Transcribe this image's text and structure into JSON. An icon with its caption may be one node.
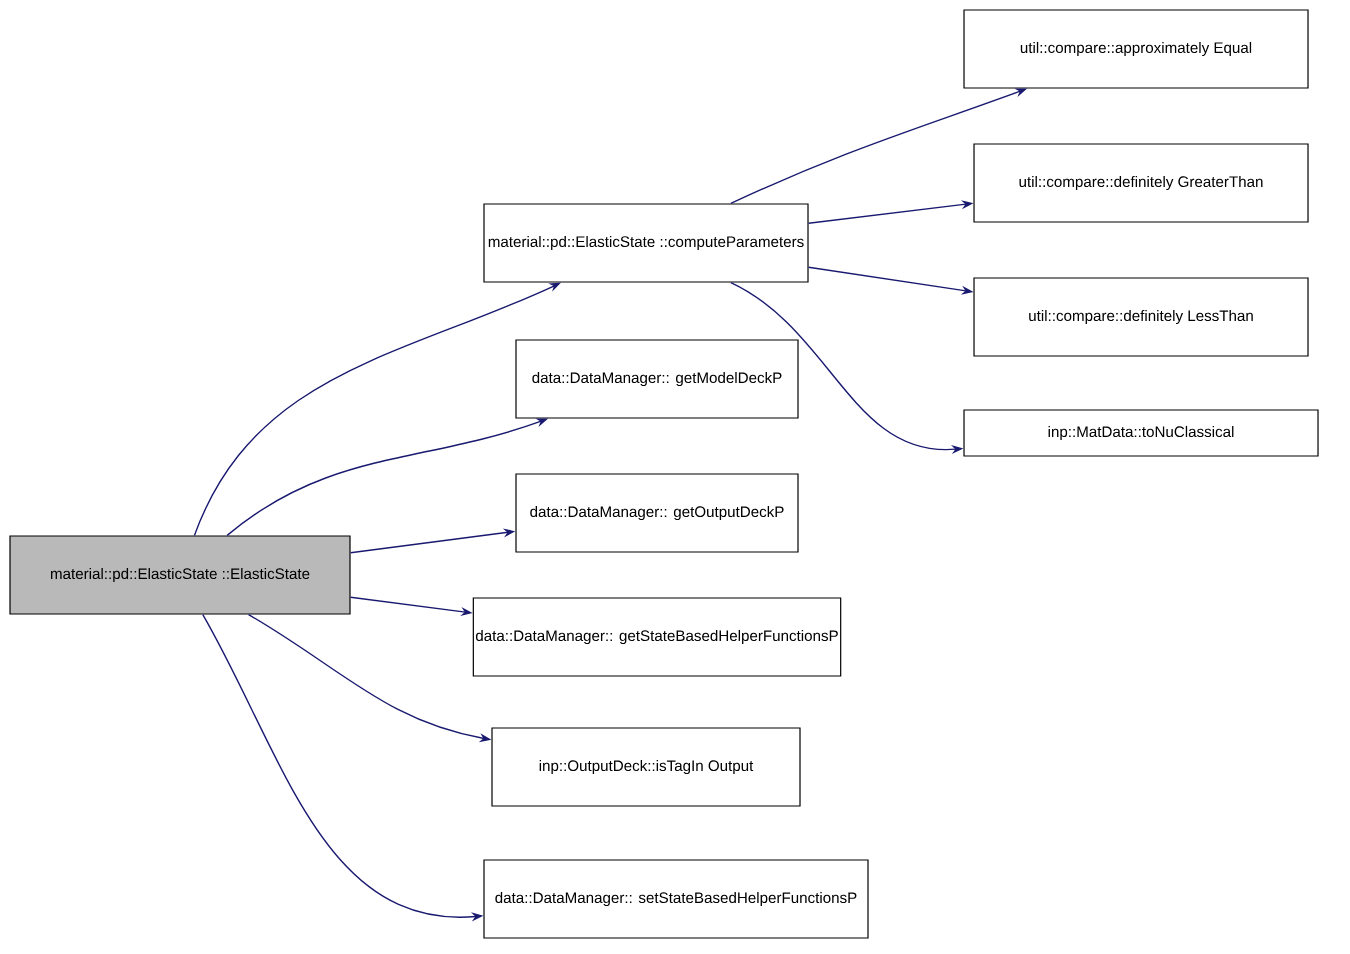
{
  "diagram": {
    "nodes": [
      {
        "text": [
          "material::pd::ElasticState ::ElasticState"
        ]
      },
      {
        "text": [
          "material::pd::ElasticState ::computeParameters"
        ]
      },
      {
        "text": [
          "util::compare::approximately Equal"
        ]
      },
      {
        "text": [
          "util::compare::definitely GreaterThan"
        ]
      },
      {
        "text": [
          "util::compare::definitely LessThan"
        ]
      },
      {
        "text": [
          "inp::MatData::toNuClassical"
        ]
      },
      {
        "text": [
          "data::DataManager:: getModelDeckP"
        ]
      },
      {
        "text": [
          "data::DataManager:: getOutputDeckP"
        ]
      },
      {
        "text": [
          "data::DataManager:: getStateBasedHelperFunctionsP"
        ]
      },
      {
        "text": [
          "inp::OutputDeck::isTagIn Output"
        ]
      },
      {
        "text": [
          "data::DataManager:: setStateBasedHelperFunctionsP"
        ]
      }
    ],
    "edges": [
      {
        "from": 0,
        "to": 1,
        "arrow": "to"
      },
      {
        "from": 1,
        "to": 2,
        "arrow": "to"
      },
      {
        "from": 1,
        "to": 3,
        "arrow": "to"
      },
      {
        "from": 1,
        "to": 4,
        "arrow": "to"
      },
      {
        "from": 1,
        "to": 5,
        "arrow": "to"
      },
      {
        "from": 0,
        "to": 6,
        "arrow": "to"
      },
      {
        "from": 0,
        "to": 7,
        "arrow": "to"
      },
      {
        "from": 0,
        "to": 8,
        "arrow": "to"
      },
      {
        "from": 0,
        "to": 9,
        "arrow": "to"
      },
      {
        "from": 0,
        "to": 10,
        "arrow": "to"
      }
    ]
  }
}
